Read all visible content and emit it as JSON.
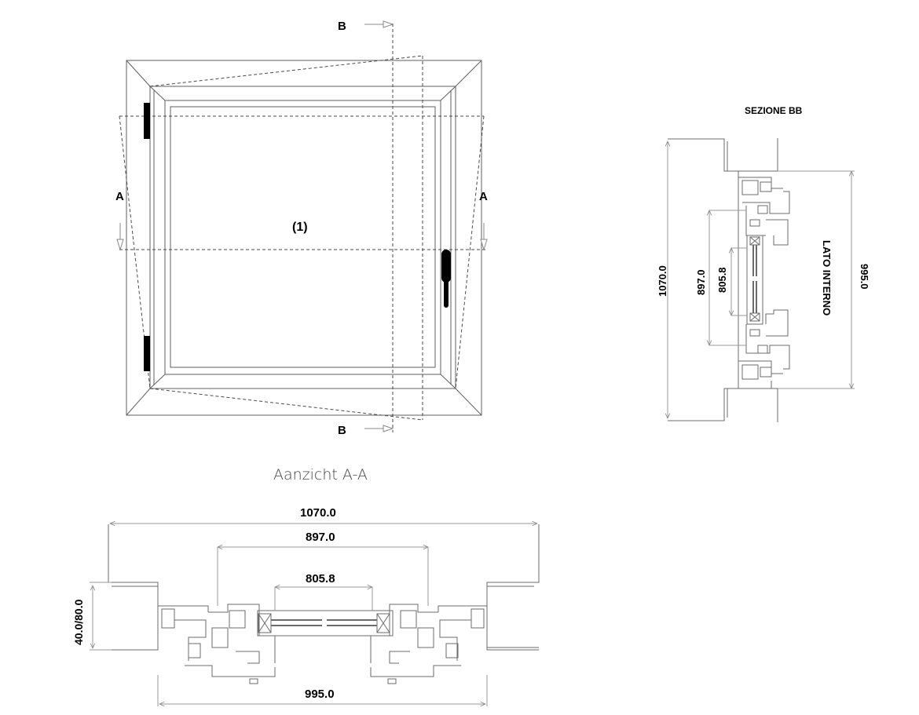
{
  "drawing": {
    "sash_number": "(1)",
    "section_markers": {
      "b": "B",
      "a": "A"
    },
    "view_title": "Aanzicht A-A"
  },
  "section_bb": {
    "title": "SEZIONE BB",
    "dim_overall": "1070.0",
    "dim_sash": "897.0",
    "dim_glass": "805.8",
    "dim_frame": "995.0",
    "inside_label": "LATO INTERNO"
  },
  "section_aa": {
    "dim_overall": "1070.0",
    "dim_sash": "897.0",
    "dim_glass": "805.8",
    "dim_frame": "995.0",
    "dim_depth": "40.0/80.0"
  },
  "colors": {
    "line": "#6b6b6b",
    "dim_line": "#9a9a9a",
    "fill_dark": "#000000"
  }
}
